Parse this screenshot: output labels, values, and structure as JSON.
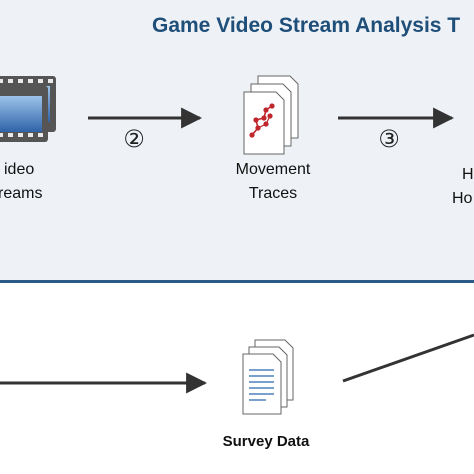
{
  "panel": {
    "title": "Game Video Stream Analysis T"
  },
  "nodes": {
    "video_streams": {
      "line1": "ideo",
      "line2": "reams",
      "icon": "film-strip-icon"
    },
    "movement_traces": {
      "line1": "Movement",
      "line2": "Traces",
      "icon": "document-stack-plot-icon"
    },
    "next_step": {
      "line1": "H",
      "line2": "Ho"
    },
    "survey_data": {
      "label": "Survey Data",
      "icon": "document-stack-text-icon"
    }
  },
  "steps": {
    "step2": "②",
    "step3": "③"
  },
  "colors": {
    "panel_bg": "#eef2f7",
    "panel_border": "#2c5a87",
    "title": "#1f4e79",
    "film": "#3a6fb0",
    "plot": "#c0272d",
    "arrow": "#333333"
  }
}
